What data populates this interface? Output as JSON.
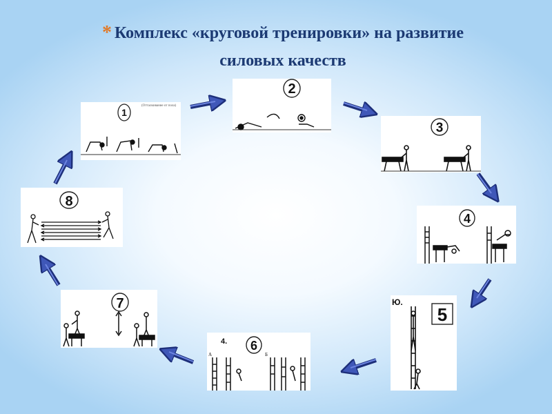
{
  "title": {
    "bullet": "*",
    "line1": "Комплекс «круговой тренировки» на развитие",
    "line2": "силовых качеств"
  },
  "stations": [
    {
      "number": "1",
      "caption": "(Отталкивание от пола)"
    },
    {
      "number": "2"
    },
    {
      "number": "3"
    },
    {
      "number": "4"
    },
    {
      "number": "5",
      "tag": "Ю."
    },
    {
      "number": "6",
      "label_a": "А",
      "label_b": "Б"
    },
    {
      "number": "7"
    },
    {
      "number": "8"
    }
  ],
  "colors": {
    "title": "#1c3a73",
    "bullet": "#e07a2a",
    "arrow_fill": "#3f57b8",
    "arrow_stroke": "#1d2f7a"
  }
}
